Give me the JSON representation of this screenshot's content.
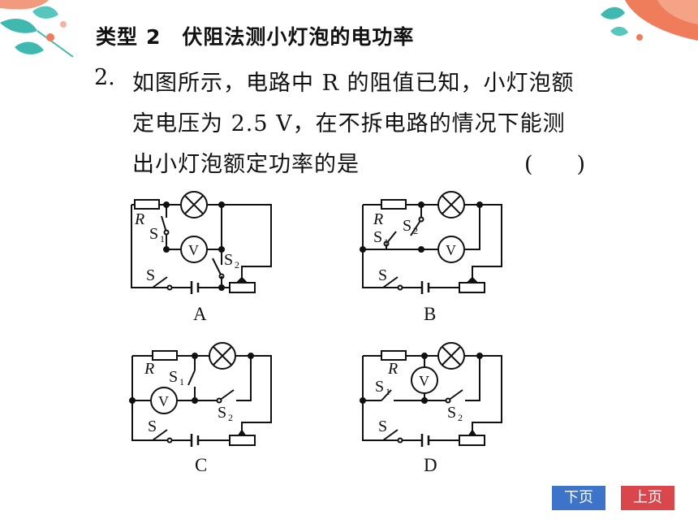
{
  "heading": {
    "prefix": "类型",
    "number": "2",
    "title": "伏阻法测小灯泡的电功率"
  },
  "question": {
    "number": "2.",
    "lines": [
      "如图所示，电路中 R 的阻值已知，小灯泡额",
      "定电压为 2.5 V，在不拆电路的情况下能测",
      "出小灯泡额定功率的是"
    ],
    "bracket": "(　　)"
  },
  "circuits": [
    {
      "label": "A"
    },
    {
      "label": "B"
    },
    {
      "label": "C"
    },
    {
      "label": "D"
    }
  ],
  "symbols": {
    "resistor": "R",
    "switch_main": "S",
    "switch_1": "S",
    "switch_1_sub": "1",
    "switch_2": "S",
    "switch_2_sub": "2",
    "voltmeter": "V"
  },
  "nav": {
    "next": "下页",
    "prev": "上页"
  },
  "colors": {
    "next_button": "#3d73c8",
    "prev_button": "#d9474d",
    "leaf_teal": "#3fb8b0",
    "leaf_coral": "#ef7c5a"
  }
}
